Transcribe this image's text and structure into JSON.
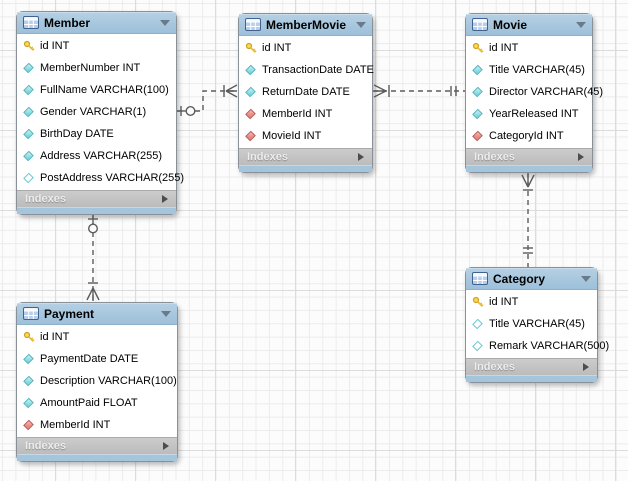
{
  "labels": {
    "indexes": "Indexes"
  },
  "tables": [
    {
      "title": "Member",
      "columns": [
        {
          "icon": "primary-key",
          "text": "id INT"
        },
        {
          "icon": "column-notnull",
          "text": "MemberNumber INT"
        },
        {
          "icon": "column-notnull",
          "text": "FullName VARCHAR(100)"
        },
        {
          "icon": "column-notnull",
          "text": "Gender VARCHAR(1)"
        },
        {
          "icon": "column-notnull",
          "text": "BirthDay DATE"
        },
        {
          "icon": "column-notnull",
          "text": "Address VARCHAR(255)"
        },
        {
          "icon": "column-nullable",
          "text": "PostAddress VARCHAR(255)"
        }
      ]
    },
    {
      "title": "MemberMovie",
      "columns": [
        {
          "icon": "primary-key",
          "text": "id INT"
        },
        {
          "icon": "column-notnull",
          "text": "TransactionDate DATE"
        },
        {
          "icon": "column-notnull",
          "text": "ReturnDate DATE"
        },
        {
          "icon": "foreign-key",
          "text": "MemberId INT"
        },
        {
          "icon": "foreign-key",
          "text": "MovieId INT"
        }
      ]
    },
    {
      "title": "Movie",
      "columns": [
        {
          "icon": "primary-key",
          "text": "id INT"
        },
        {
          "icon": "column-notnull",
          "text": "Title VARCHAR(45)"
        },
        {
          "icon": "column-notnull",
          "text": "Director VARCHAR(45)"
        },
        {
          "icon": "column-notnull",
          "text": "YearReleased INT"
        },
        {
          "icon": "foreign-key",
          "text": "CategoryId INT"
        }
      ]
    },
    {
      "title": "Payment",
      "columns": [
        {
          "icon": "primary-key",
          "text": "id INT"
        },
        {
          "icon": "column-notnull",
          "text": "PaymentDate DATE"
        },
        {
          "icon": "column-notnull",
          "text": "Description VARCHAR(100)"
        },
        {
          "icon": "column-notnull",
          "text": "AmountPaid FLOAT"
        },
        {
          "icon": "foreign-key",
          "text": "MemberId INT"
        }
      ]
    },
    {
      "title": "Category",
      "columns": [
        {
          "icon": "primary-key",
          "text": "id INT"
        },
        {
          "icon": "column-nullable",
          "text": "Title VARCHAR(45)"
        },
        {
          "icon": "column-nullable",
          "text": "Remark VARCHAR(500)"
        }
      ]
    }
  ],
  "relationships": [
    {
      "from_table": "Member",
      "to_table": "MemberMovie",
      "from_cardinality": "0..1",
      "to_cardinality": "1..*",
      "line_style": "dashed"
    },
    {
      "from_table": "Movie",
      "to_table": "MemberMovie",
      "from_cardinality": "1..1",
      "to_cardinality": "1..*",
      "line_style": "dashed"
    },
    {
      "from_table": "Member",
      "to_table": "Payment",
      "from_cardinality": "0..1",
      "to_cardinality": "1..*",
      "line_style": "dashed"
    },
    {
      "from_table": "Category",
      "to_table": "Movie",
      "from_cardinality": "1..1",
      "to_cardinality": "1..*",
      "line_style": "dashed"
    }
  ],
  "colors": {
    "table_header": "#a6c6dd",
    "table_footer_strip": "#a5c5dc",
    "indexes_bar": "#c4c4c4",
    "indexes_text": "#ededed",
    "column_diamond_cyan": "#8fdfe5",
    "column_diamond_red": "#ee8d86",
    "primary_key_gold": "#ffd84d",
    "connector_line": "#5c5c5c",
    "canvas_background": "#fcfcfc",
    "grid_minor": "#ececec",
    "grid_major": "#dcdcdc"
  }
}
